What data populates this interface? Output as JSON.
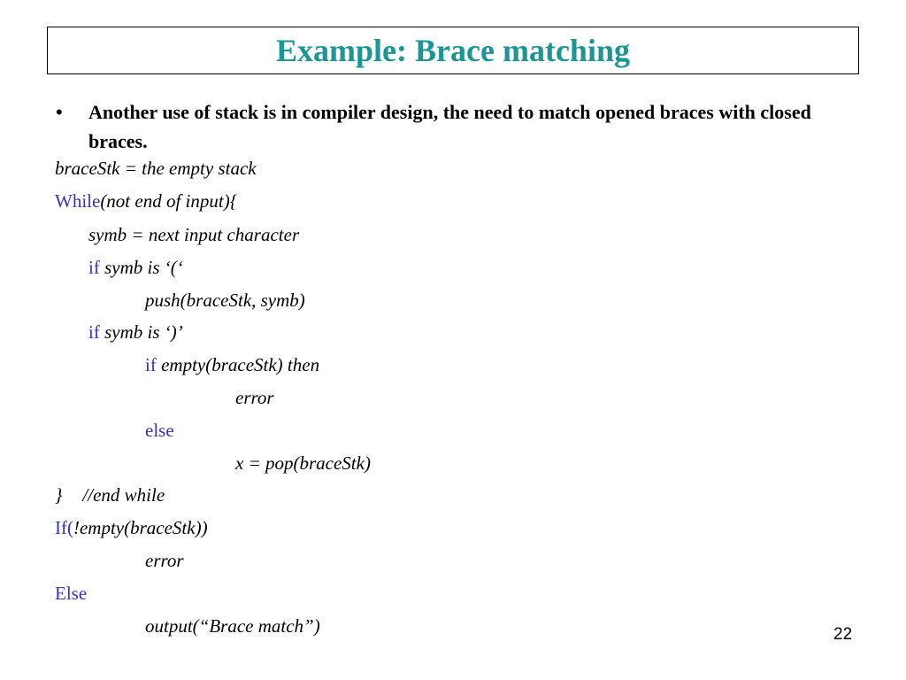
{
  "colors": {
    "title": "#1a9696",
    "keyword": "#3333cc",
    "text": "#000000"
  },
  "slide": {
    "title": "Example: Brace matching",
    "bullet": {
      "symbol": "•",
      "text": "Another use of stack is in compiler design, the need to match opened braces with closed braces."
    },
    "code": {
      "l1": "braceStk = the empty stack",
      "l2_kw": "While",
      "l2_rest": "(not end of input){",
      "l3": "symb = next input character",
      "l4_kw": "if",
      "l4_rest": " symb is ‘(‘",
      "l5": "push(braceStk, symb)",
      "l6_kw": "if",
      "l6_rest": " symb is ‘)’",
      "l7_kw": "if",
      "l7_rest": " empty(braceStk) then",
      "l8": "error",
      "l9_kw": "else",
      "l10": "x = pop(braceStk)",
      "l11_brace": "}",
      "l11_comment": "//end while",
      "l12_kw": "If(",
      "l12_rest": "!empty(braceStk))",
      "l13": "error",
      "l14_kw": "Else",
      "l15": "output(“Brace match”)"
    },
    "page_number": "22"
  }
}
